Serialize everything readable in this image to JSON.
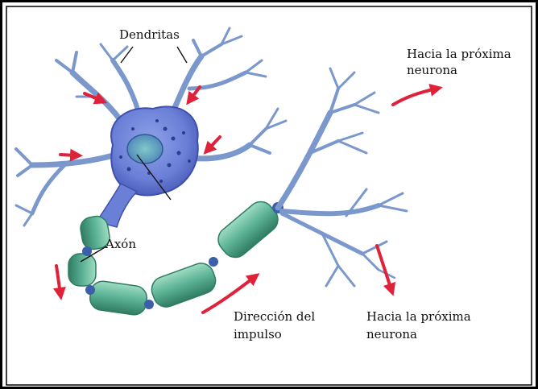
{
  "labels": {
    "dendrites": "Dendritas",
    "axon": "Axón",
    "next_top_line1": "Hacia la próxima",
    "next_top_line2": "neurona",
    "direction_line1": "Dirección del",
    "direction_line2": "impulso",
    "next_bottom_line1": "Hacia la próxima",
    "next_bottom_line2": "neurona"
  },
  "colors": {
    "border": "#000000",
    "soma": "#6a7fd6",
    "soma_dark": "#3e4fb0",
    "dendrite": "#7a98cc",
    "myelin": "#5fb598",
    "myelin_dark": "#2f7c63",
    "node": "#3b5fa8",
    "arrow": "#e0213a"
  }
}
